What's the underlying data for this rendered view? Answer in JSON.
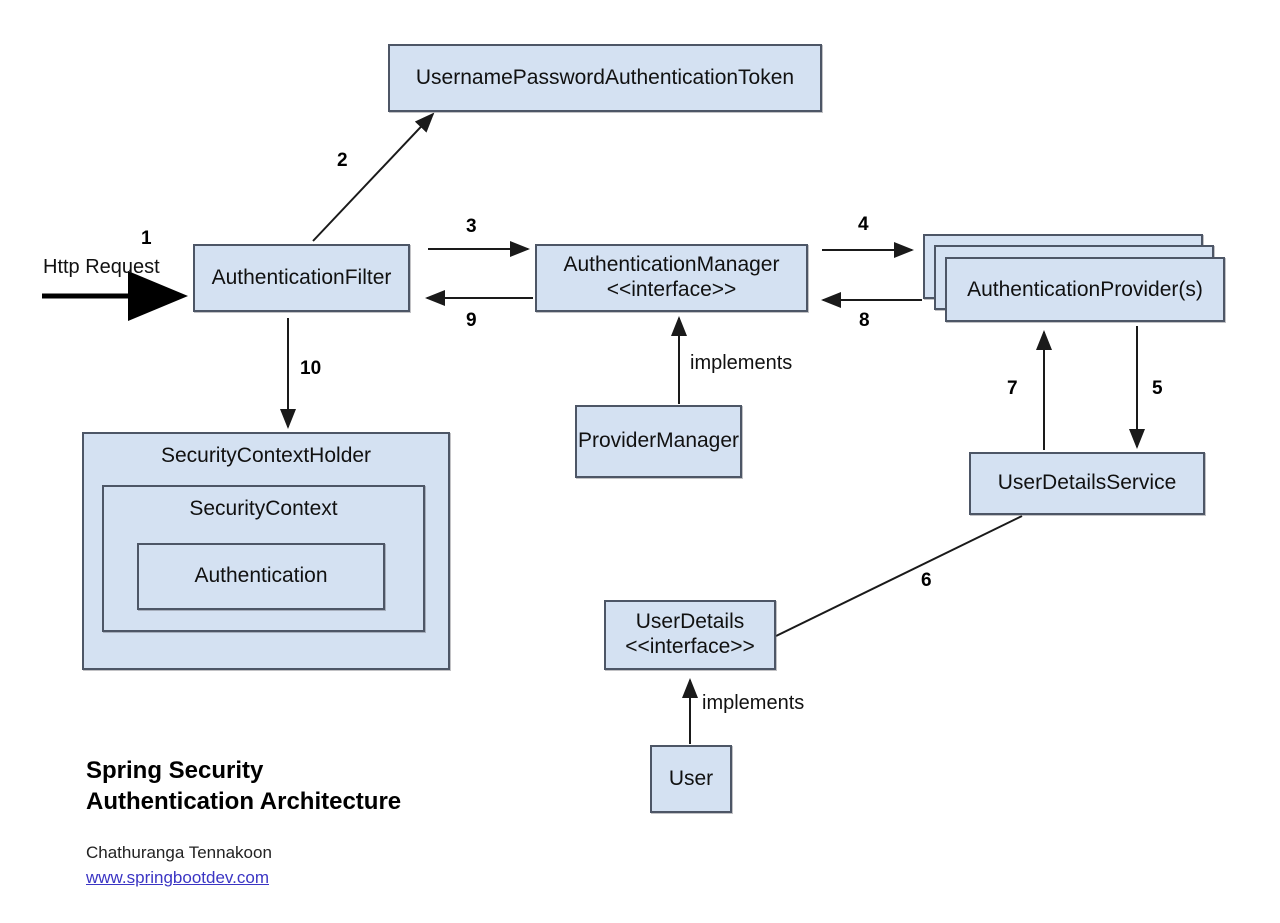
{
  "diagram": {
    "title_line1": "Spring Security",
    "title_line2": "Authentication Architecture",
    "author": "Chathuranga Tennakoon",
    "link": "www.springbootdev.com",
    "colors": {
      "node_fill": "#d4e1f2",
      "node_border": "#4d5666",
      "link_color": "#3b35c4",
      "edge_color": "#1a1a1a"
    }
  },
  "nodes": {
    "token": {
      "label": "UsernamePasswordAuthenticationToken"
    },
    "filter": {
      "label": "AuthenticationFilter"
    },
    "manager": {
      "line1": "AuthenticationManager",
      "line2": "<<interface>>"
    },
    "provider": {
      "label": "AuthenticationProvider(s)"
    },
    "provider_manager": {
      "label": "ProviderManager"
    },
    "user_details_service": {
      "label": "UserDetailsService"
    },
    "user_details": {
      "line1": "UserDetails",
      "line2": "<<interface>>"
    },
    "user": {
      "label": "User"
    },
    "security_context_holder": {
      "label": "SecurityContextHolder"
    },
    "security_context": {
      "label": "SecurityContext"
    },
    "authentication": {
      "label": "Authentication"
    }
  },
  "edges": {
    "http_request": "Http Request",
    "step1": "1",
    "step2": "2",
    "step3": "3",
    "step4": "4",
    "step5": "5",
    "step6": "6",
    "step7": "7",
    "step8": "8",
    "step9": "9",
    "step10": "10",
    "implements_manager": "implements",
    "implements_user": "implements"
  }
}
